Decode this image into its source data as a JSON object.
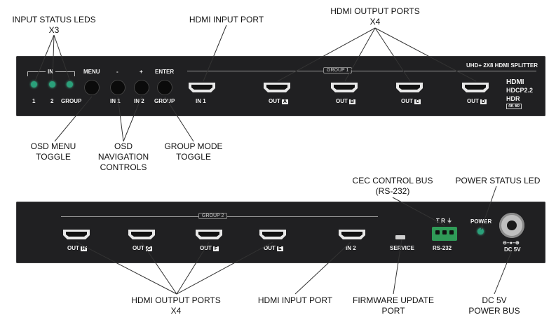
{
  "front_panel": {
    "model": "UHD+ 2X8 HDMI SPLITTER",
    "in_label": "IN",
    "led_labels": [
      "1",
      "2",
      "GROUP"
    ],
    "button_top_labels": [
      "MENU",
      "-",
      "+",
      "ENTER"
    ],
    "button_bottom_labels": [
      "IN 1",
      "IN 2",
      "GROUP"
    ],
    "input_port_label": "IN 1",
    "group_label": "GROUP 1",
    "output_ports": [
      {
        "prefix": "OUT",
        "letter": "A"
      },
      {
        "prefix": "OUT",
        "letter": "B"
      },
      {
        "prefix": "OUT",
        "letter": "C"
      },
      {
        "prefix": "OUT",
        "letter": "D"
      }
    ],
    "logos": [
      "HDMI",
      "HDCP2.2",
      "HDR",
      "4K 60"
    ]
  },
  "back_panel": {
    "group_label": "GROUP 2",
    "output_ports": [
      {
        "prefix": "OUT",
        "letter": "H"
      },
      {
        "prefix": "OUT",
        "letter": "G"
      },
      {
        "prefix": "OUT",
        "letter": "F"
      },
      {
        "prefix": "OUT",
        "letter": "E"
      }
    ],
    "input_port_label": "IN 2",
    "service_label": "SERVICE",
    "rs232_label": "RS-232",
    "rs232_pins": "T R ⏚",
    "power_label": "POWER",
    "dc_label": "DC 5V"
  },
  "callouts": {
    "input_leds": [
      "INPUT STATUS LEDS",
      "X3"
    ],
    "hdmi_input_top": "HDMI INPUT PORT",
    "hdmi_outputs_top": [
      "HDMI OUTPUT PORTS",
      "X4"
    ],
    "osd_menu": [
      "OSD MENU",
      "TOGGLE"
    ],
    "osd_nav": [
      "OSD",
      "NAVIGATION",
      "CONTROLS"
    ],
    "group_mode": [
      "GROUP MODE",
      "TOGGLE"
    ],
    "cec_bus": [
      "CEC CONTROL BUS",
      "(RS-232)"
    ],
    "power_led": "POWER STATUS LED",
    "hdmi_outputs_bottom": [
      "HDMI OUTPUT PORTS",
      "X4"
    ],
    "hdmi_input_bottom": "HDMI INPUT PORT",
    "firmware": [
      "FIRMWARE UPDATE",
      "PORT"
    ],
    "dc_bus": [
      "DC 5V",
      "POWER BUS"
    ]
  },
  "colors": {
    "panel": "#202022",
    "led": "#2aa07a",
    "terminal": "#2f9a57"
  }
}
